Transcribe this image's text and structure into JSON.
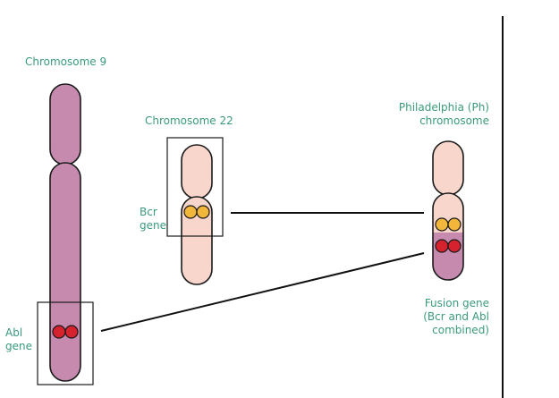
{
  "labels": {
    "chromosome_9": "Chromosome 9",
    "chromosome_22": "Chromosome 22",
    "philadelphia_line1": "Philadelphia (Ph)",
    "philadelphia_line2": "chromosome",
    "bcr_gene_line1": "Bcr",
    "bcr_gene_line2": "gene",
    "abl_gene_line1": "Abl",
    "abl_gene_line2": "gene",
    "fusion_line1": "Fusion gene",
    "fusion_line2": "(Bcr and Abl",
    "fusion_line3": "combined)"
  },
  "colors": {
    "label_text": "#3a9a7e",
    "chromosome_9_fill": "#c58aae",
    "chromosome_22_fill": "#f8d6cb",
    "chromosome_outline": "#1a1a1a",
    "bcr_gene_fill": "#f2b73a",
    "abl_gene_fill": "#d6212e",
    "connector_line": "#111111",
    "divider_line": "#111111"
  },
  "icons": {
    "bcr_gene": "orange-double-circle",
    "abl_gene": "red-double-circle"
  }
}
